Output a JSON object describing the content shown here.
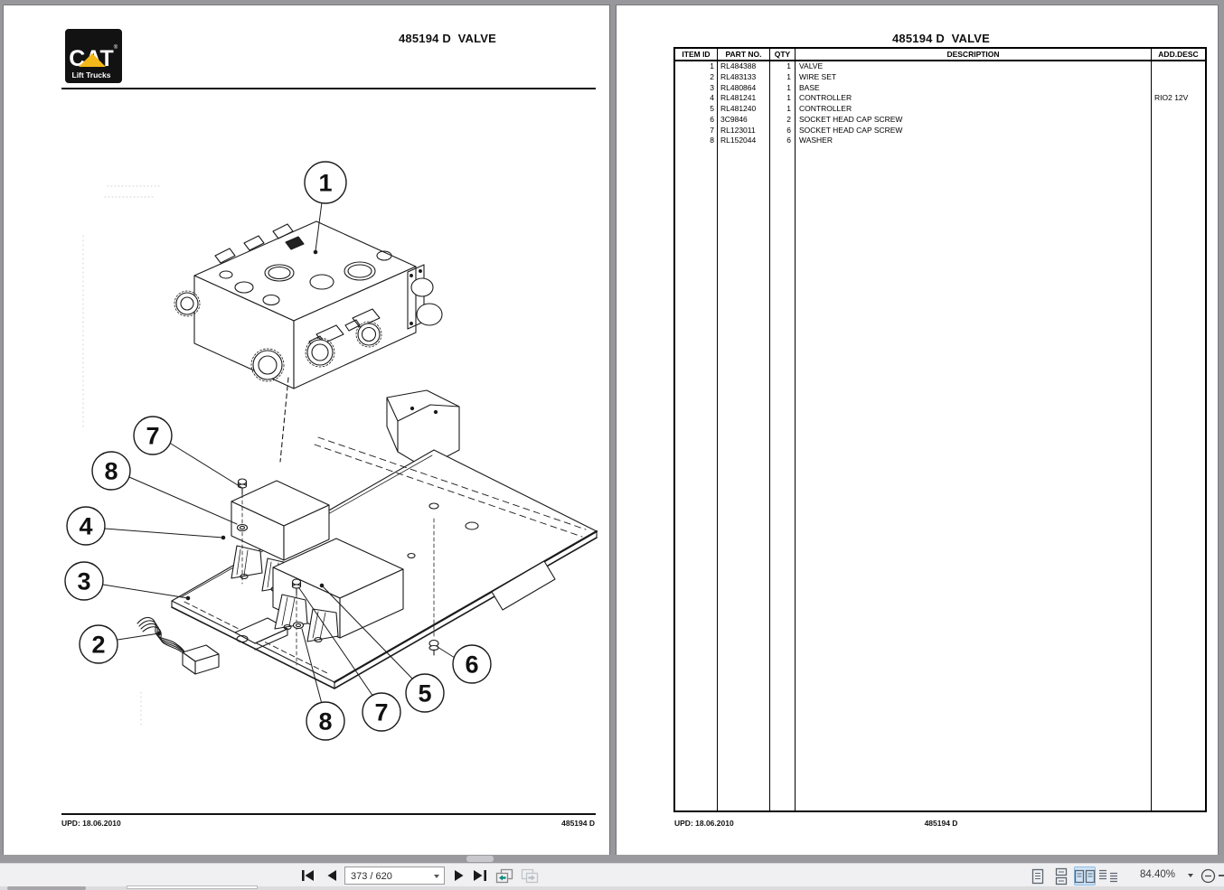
{
  "toolbar": {
    "page_input_value": "373 / 620",
    "zoom_value": "84.40%",
    "icons": [
      "first-page",
      "previous-page",
      "next-page",
      "last-page",
      "previous-view",
      "next-view",
      "single-page-view",
      "continuous-view",
      "two-page-view",
      "two-page-continuous-view",
      "zoom-out"
    ]
  },
  "left_page": {
    "logo": {
      "brand": "CAT",
      "tagline": "Lift Trucks",
      "registered": "®"
    },
    "title": "485194 D  VALVE",
    "footer_left": "UPD: 18.06.2010",
    "footer_right": "485194 D"
  },
  "right_page": {
    "title": "485194 D  VALVE",
    "footer_left": "UPD: 18.06.2010",
    "footer_center": "485194 D",
    "table": {
      "headers": [
        "ITEM ID",
        "PART NO.",
        "QTY",
        "DESCRIPTION",
        "ADD.DESC"
      ],
      "rows": [
        {
          "item_id": "1",
          "part_no": "RL484388",
          "qty": "1",
          "description": "VALVE",
          "add_desc": ""
        },
        {
          "item_id": "2",
          "part_no": "RL483133",
          "qty": "1",
          "description": "WIRE SET",
          "add_desc": ""
        },
        {
          "item_id": "3",
          "part_no": "RL480864",
          "qty": "1",
          "description": "BASE",
          "add_desc": ""
        },
        {
          "item_id": "4",
          "part_no": "RL481241",
          "qty": "1",
          "description": "CONTROLLER",
          "add_desc": "RIO2 12V"
        },
        {
          "item_id": "5",
          "part_no": "RL481240",
          "qty": "1",
          "description": "CONTROLLER",
          "add_desc": ""
        },
        {
          "item_id": "6",
          "part_no": "3C9846",
          "qty": "2",
          "description": "SOCKET HEAD CAP SCREW",
          "add_desc": ""
        },
        {
          "item_id": "7",
          "part_no": "RL123011",
          "qty": "6",
          "description": "SOCKET HEAD CAP SCREW",
          "add_desc": ""
        },
        {
          "item_id": "8",
          "part_no": "RL152044",
          "qty": "6",
          "description": "WASHER",
          "add_desc": ""
        }
      ]
    }
  },
  "diagram": {
    "balloons": [
      {
        "label": "1"
      },
      {
        "label": "7"
      },
      {
        "label": "8"
      },
      {
        "label": "4"
      },
      {
        "label": "3"
      },
      {
        "label": "2"
      },
      {
        "label": "8"
      },
      {
        "label": "7"
      },
      {
        "label": "5"
      },
      {
        "label": "6"
      }
    ]
  },
  "colors": {
    "cat_yellow": "#f2b719",
    "active_view_bg": "#cfe4f8"
  }
}
